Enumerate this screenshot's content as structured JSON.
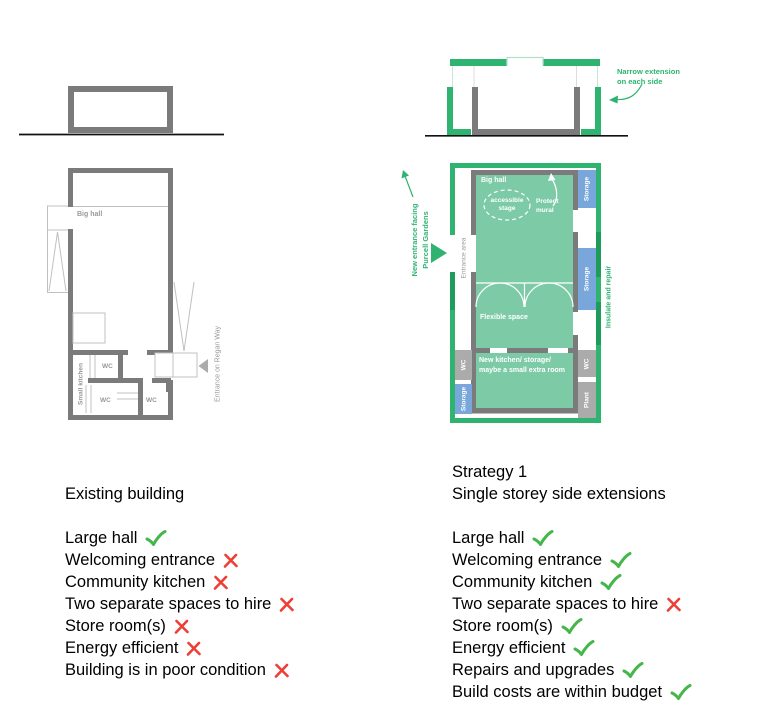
{
  "colors": {
    "green": "#2eb370",
    "teal": "#7dcaa7",
    "storage_blue": "#79a7db",
    "wall_gray": "#7b7b7b",
    "box_gray": "#ababab",
    "light_gray": "#c0c0c0",
    "label_gray": "#999999",
    "check_green": "#45b649",
    "cross_red": "#ee3e36"
  },
  "existing": {
    "heading": "Existing building",
    "plan_labels": {
      "big_hall": "Big hall",
      "small_kitchen": "Small kitchen",
      "wc": "WC",
      "entrance_note": "Entrance on Regan Way"
    },
    "checklist": [
      {
        "label": "Large hall",
        "mark": "check"
      },
      {
        "label": "Welcoming entrance",
        "mark": "cross"
      },
      {
        "label": "Community kitchen",
        "mark": "cross"
      },
      {
        "label": "Two separate spaces to hire",
        "mark": "cross"
      },
      {
        "label": "Store room(s)",
        "mark": "cross"
      },
      {
        "label": "Energy efficient",
        "mark": "cross"
      },
      {
        "label": "Building is in poor condition",
        "mark": "cross"
      }
    ]
  },
  "strategy": {
    "heading_line1": "Strategy 1",
    "heading_line2": "Single storey side extensions",
    "elevation_note_line1": "Narrow extension",
    "elevation_note_line2": "on each side",
    "plan_labels": {
      "big_hall": "Big hall",
      "stage_line1": "accessible",
      "stage_line2": "stage",
      "mural_line1": "Protect",
      "mural_line2": "mural",
      "flexible_space": "Flexible space",
      "kitchen_line1": "New kitchen/ storage/",
      "kitchen_line2": "maybe a small extra room",
      "entrance_area": "Entrance area",
      "storage": "Storage",
      "wc": "WC",
      "plant": "Plant",
      "new_entrance_line1": "New entrance facing",
      "new_entrance_line2": "Purcell Gardens",
      "insulate_note": "Insulate and repair"
    },
    "checklist": [
      {
        "label": "Large hall",
        "mark": "check"
      },
      {
        "label": "Welcoming entrance",
        "mark": "check"
      },
      {
        "label": "Community kitchen",
        "mark": "check"
      },
      {
        "label": "Two separate spaces to hire",
        "mark": "cross"
      },
      {
        "label": "Store room(s)",
        "mark": "check"
      },
      {
        "label": "Energy efficient",
        "mark": "check"
      },
      {
        "label": "Repairs and upgrades",
        "mark": "check"
      },
      {
        "label": "Build costs are within budget",
        "mark": "check"
      }
    ]
  }
}
